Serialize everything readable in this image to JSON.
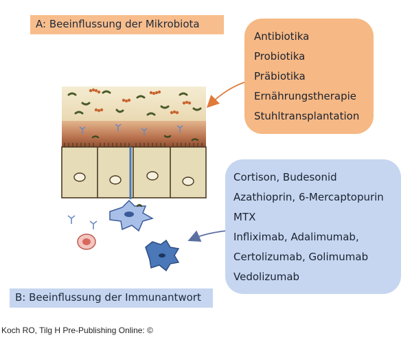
{
  "label_a": "A: Beeinflussung der Mikrobiota",
  "label_b": "B: Beeinflussung der Immunantwort",
  "list_a": [
    "Antibiotika",
    "Probiotika",
    "Präbiotika",
    "Ernährungstherapie",
    "Stuhltransplantation"
  ],
  "list_b": [
    "Cortison, Budesonid",
    "Azathioprin, 6-Mercaptopurin",
    "MTX",
    "Infliximab, Adalimumab,",
    "Certolizumab, Golimumab",
    "Vedolizumab"
  ],
  "citation": "Koch RO, Tilg H Pre-Publishing Online: ©",
  "colors": {
    "orange_box": "#f6b884",
    "blue_box": "#c6d6f0",
    "arrow": "#e07a3a",
    "arrow_blue": "#5a6fa0",
    "cell_fill": "#e6dcb8",
    "immune_cell": "#4a78b8"
  }
}
